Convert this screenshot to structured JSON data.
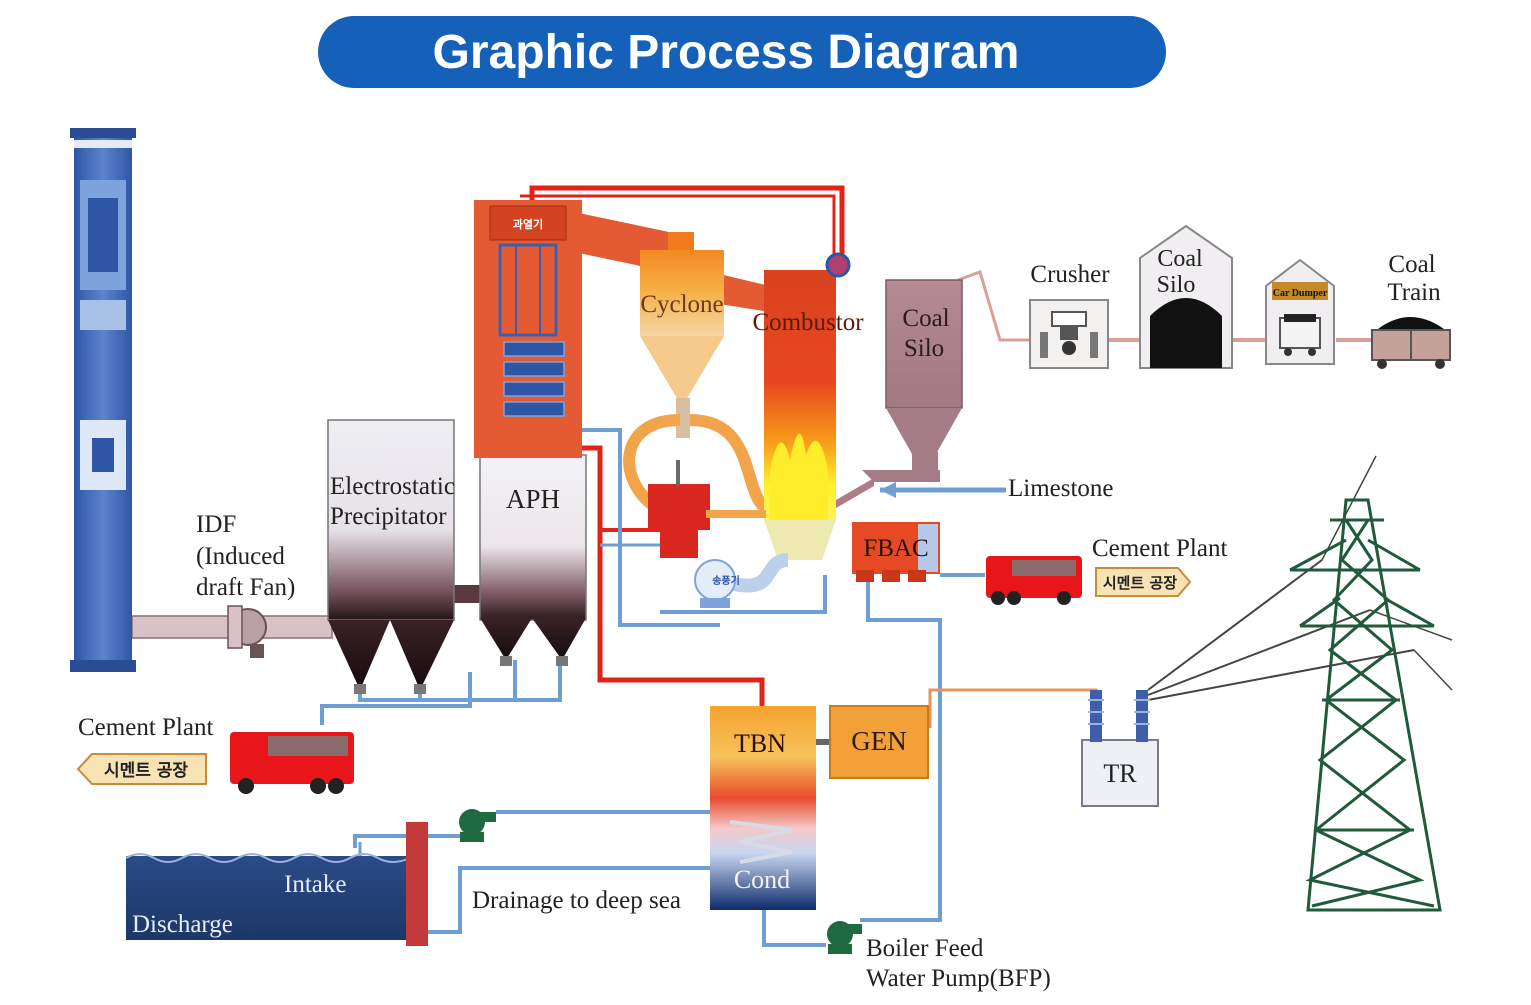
{
  "title": "Graphic Process Diagram",
  "labels": {
    "cyclone": "Cyclone",
    "combustor": "Combustor",
    "coal_silo_main_l1": "Coal",
    "coal_silo_main_l2": "Silo",
    "crusher": "Crusher",
    "coal_silo_top_l1": "Coal",
    "coal_silo_top_l2": "Silo",
    "car_dumper": "Car Dumper",
    "coal_train_l1": "Coal",
    "coal_train_l2": "Train",
    "esp_l1": "Electrostatic",
    "esp_l2": "Precipitator",
    "aph": "APH",
    "idf_l1": "IDF",
    "idf_l2": "(Induced",
    "idf_l3": "draft Fan)",
    "limestone": "Limestone",
    "fbac": "FBAC",
    "cement_plant_right": "Cement Plant",
    "cement_plant_right_kr": "시멘트 공장",
    "cement_plant_left": "Cement Plant",
    "cement_plant_left_kr": "시멘트 공장",
    "tbn": "TBN",
    "gen": "GEN",
    "tr": "TR",
    "cond": "Cond",
    "intake": "Intake",
    "discharge": "Discharge",
    "drainage": "Drainage to deep sea",
    "bfp_l1": "Boiler Feed",
    "bfp_l2": "Water Pump(BFP)",
    "heat_exchanger_kr": "과열기",
    "blower_kr": "송풍기"
  },
  "colors": {
    "title_bg": "#1560b8",
    "stack_blue": "#2f56a5",
    "boiler_red": "#e04a2a",
    "pipe_red": "#e2231a",
    "pipe_blue": "#6f9fd0",
    "gen_orange": "#f2a138",
    "truck_red": "#e8161b",
    "sea_blue": "#23427a",
    "tower_green": "#1f5a3a"
  }
}
